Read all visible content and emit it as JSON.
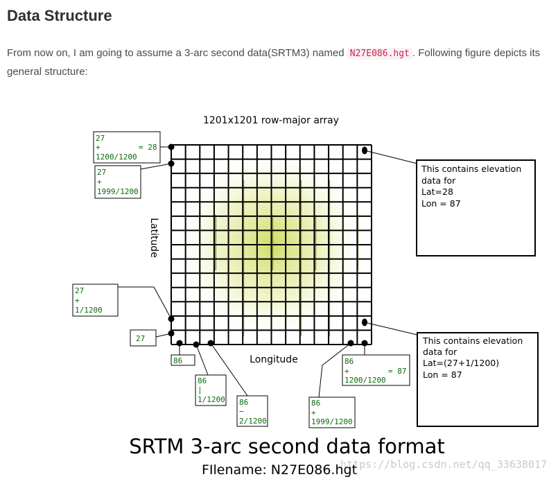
{
  "section": {
    "title": "Data Structure",
    "intro_before": "From now on, I am going to assume a 3-arc second data(SRTM3) named ",
    "intro_code": "N27E086.hgt",
    "intro_after": ". Following figure depicts its general structure:"
  },
  "figure": {
    "array_label": "1201x1201 row-major array",
    "y_axis_label": "Latitude",
    "x_axis_label": "Longitude",
    "title": "SRTM 3-arc second data format",
    "filename": "FIlename: N27E086.hgt",
    "watermark": "https://blog.csdn.net/qq_33638017",
    "boxes": {
      "top_left_1": {
        "l1": "27",
        "l2": "+",
        "l2b": "= 28",
        "l3": "1200/1200"
      },
      "top_left_2": {
        "l1": "27",
        "l2": "+",
        "l3": "1999/1200"
      },
      "left_3": {
        "l1": "27",
        "l2": "+",
        "l3": "1/1200"
      },
      "left_4": {
        "l1": "27"
      },
      "bottom_1": {
        "l1": "86"
      },
      "bottom_2": {
        "l1": "86",
        "l2": "|",
        "l3": "1/1200"
      },
      "bottom_3": {
        "l1": "86",
        "l2": "−",
        "l3": "2/1200"
      },
      "bottom_4": {
        "l1": "86",
        "l2": "+",
        "l3": "1999/1200"
      },
      "bottom_5": {
        "l1": "86",
        "l2": "+",
        "l2b": "= 87",
        "l3": "1200/1200"
      }
    },
    "callouts": {
      "top": {
        "l1": "This contains elevation",
        "l2": "data for",
        "l3": "Lat=28",
        "l4": "Lon = 87"
      },
      "bottom": {
        "l1": "This contains elevation",
        "l2": "data for",
        "l3": "Lat=(27+1/1200)",
        "l4": "Lon = 87"
      }
    }
  }
}
